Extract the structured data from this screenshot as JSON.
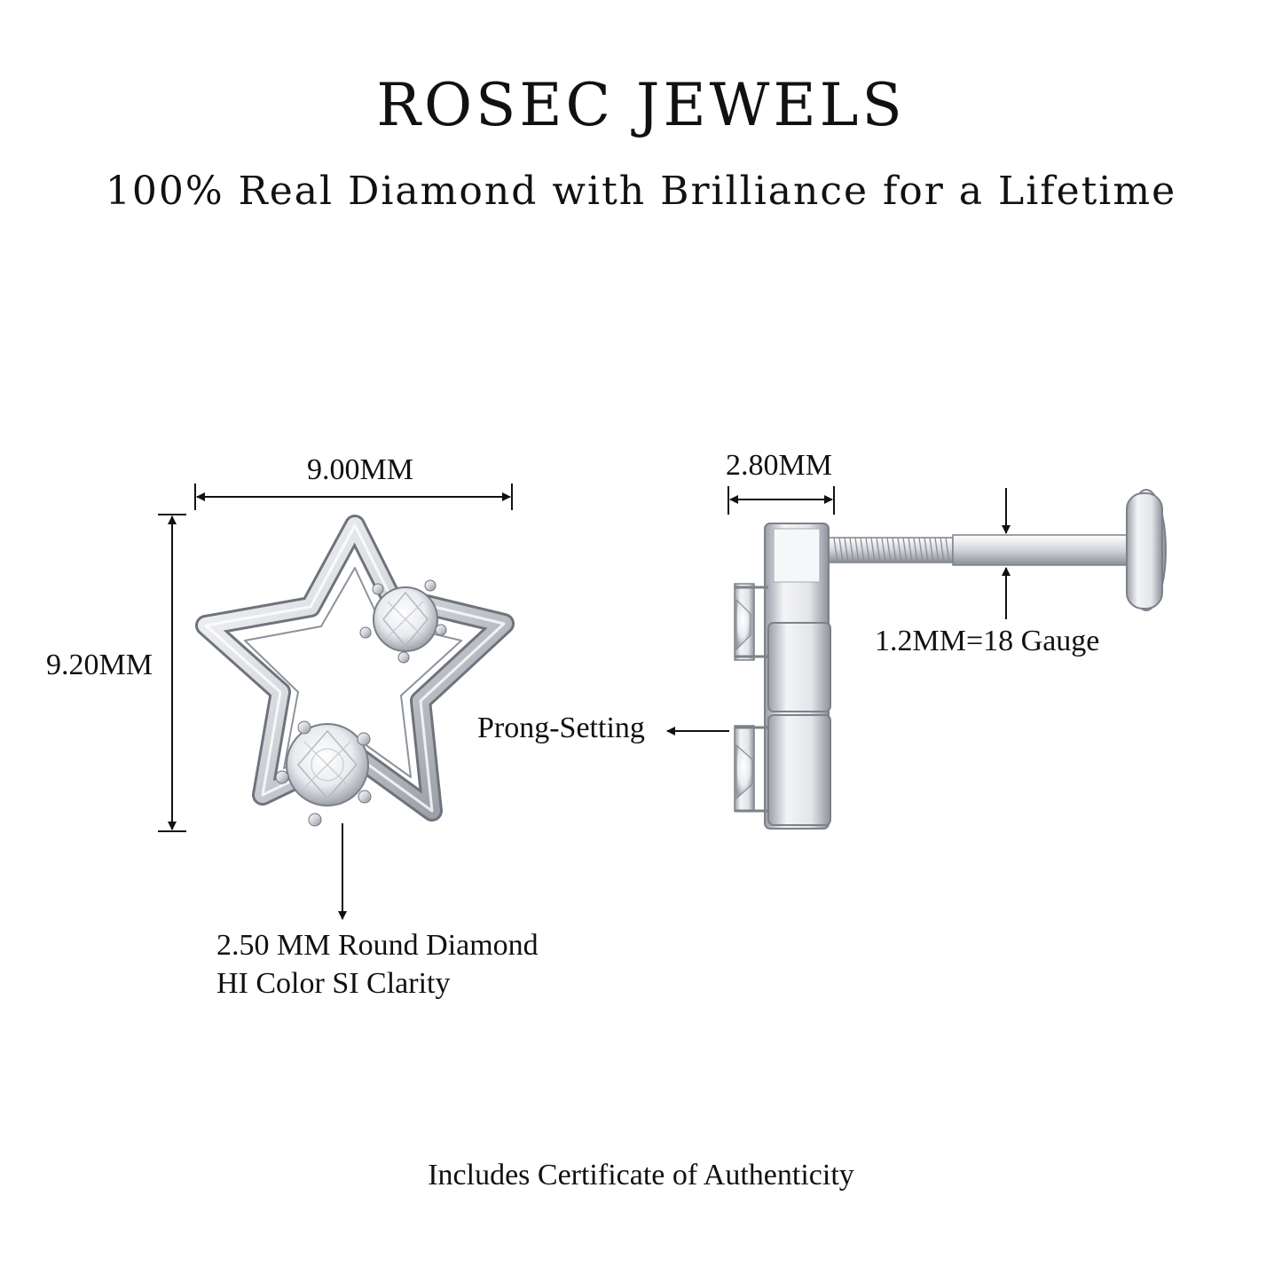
{
  "header": {
    "brand": "ROSEC JEWELS",
    "tagline": "100% Real Diamond with Brilliance for a Lifetime"
  },
  "front_view": {
    "width_label": "9.00MM",
    "height_label": "9.20MM",
    "stone_label_line1": "2.50 MM Round Diamond",
    "stone_label_line2": "HI Color SI Clarity"
  },
  "side_view": {
    "depth_label": "2.80MM",
    "gauge_label": "1.2MM=18 Gauge",
    "setting_label": "Prong-Setting"
  },
  "footer": {
    "note": "Includes Certificate of Authenticity"
  },
  "colors": {
    "metal_light": "#f4f4f6",
    "metal_mid": "#c9ccd2",
    "metal_dark": "#7d8189",
    "text": "#111111"
  },
  "icons": [
    "dimension-arrow-icon",
    "pointer-arrow-icon"
  ]
}
